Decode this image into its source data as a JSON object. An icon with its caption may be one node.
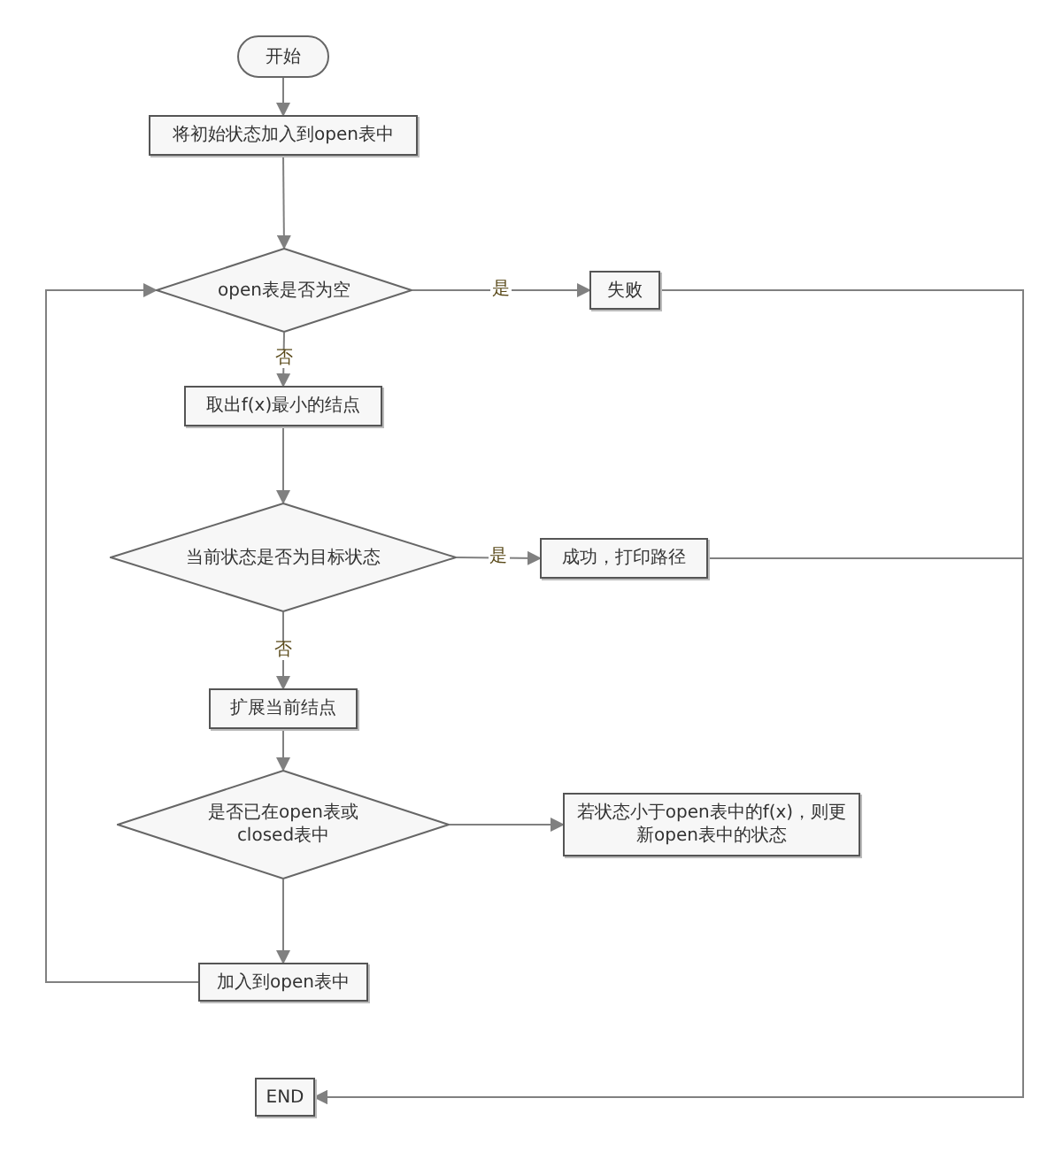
{
  "diagram": {
    "nodes": [
      {
        "text": [
          "开始"
        ]
      },
      {
        "text": [
          "将初始状态加入到open表中"
        ]
      },
      {
        "text": [
          "open表是否为空"
        ]
      },
      {
        "text": [
          "失败"
        ]
      },
      {
        "text": [
          "取出f(x)最小的结点"
        ]
      },
      {
        "text": [
          "当前状态是否为目标状态"
        ]
      },
      {
        "text": [
          "成功，打印路径"
        ]
      },
      {
        "text": [
          "扩展当前结点"
        ]
      },
      {
        "text": [
          "是否已在open表或closed表中"
        ]
      },
      {
        "text": [
          "若状态小于open表中的f(x)，则更新open表中的状态"
        ]
      },
      {
        "text": [
          "加入到open表中"
        ]
      },
      {
        "text": [
          "END"
        ]
      }
    ],
    "edges": [
      {
        "from": 0,
        "to": 1,
        "arrow": "to"
      },
      {
        "from": 1,
        "to": 2,
        "arrow": "to"
      },
      {
        "from": 2,
        "to": 3,
        "arrow": "to",
        "label": "是"
      },
      {
        "from": 2,
        "to": 4,
        "arrow": "to",
        "label": "否"
      },
      {
        "from": 4,
        "to": 5,
        "arrow": "to"
      },
      {
        "from": 5,
        "to": 6,
        "arrow": "to",
        "label": "是"
      },
      {
        "from": 5,
        "to": 7,
        "arrow": "to",
        "label": "否"
      },
      {
        "from": 7,
        "to": 8,
        "arrow": "to"
      },
      {
        "from": 8,
        "to": 9,
        "arrow": "to"
      },
      {
        "from": 8,
        "to": 10,
        "arrow": "to"
      },
      {
        "from": 10,
        "to": 2,
        "arrow": "to"
      },
      {
        "from": 3,
        "to": 11,
        "arrow": "to"
      },
      {
        "from": 6,
        "to": 11,
        "arrow": "to"
      }
    ]
  }
}
